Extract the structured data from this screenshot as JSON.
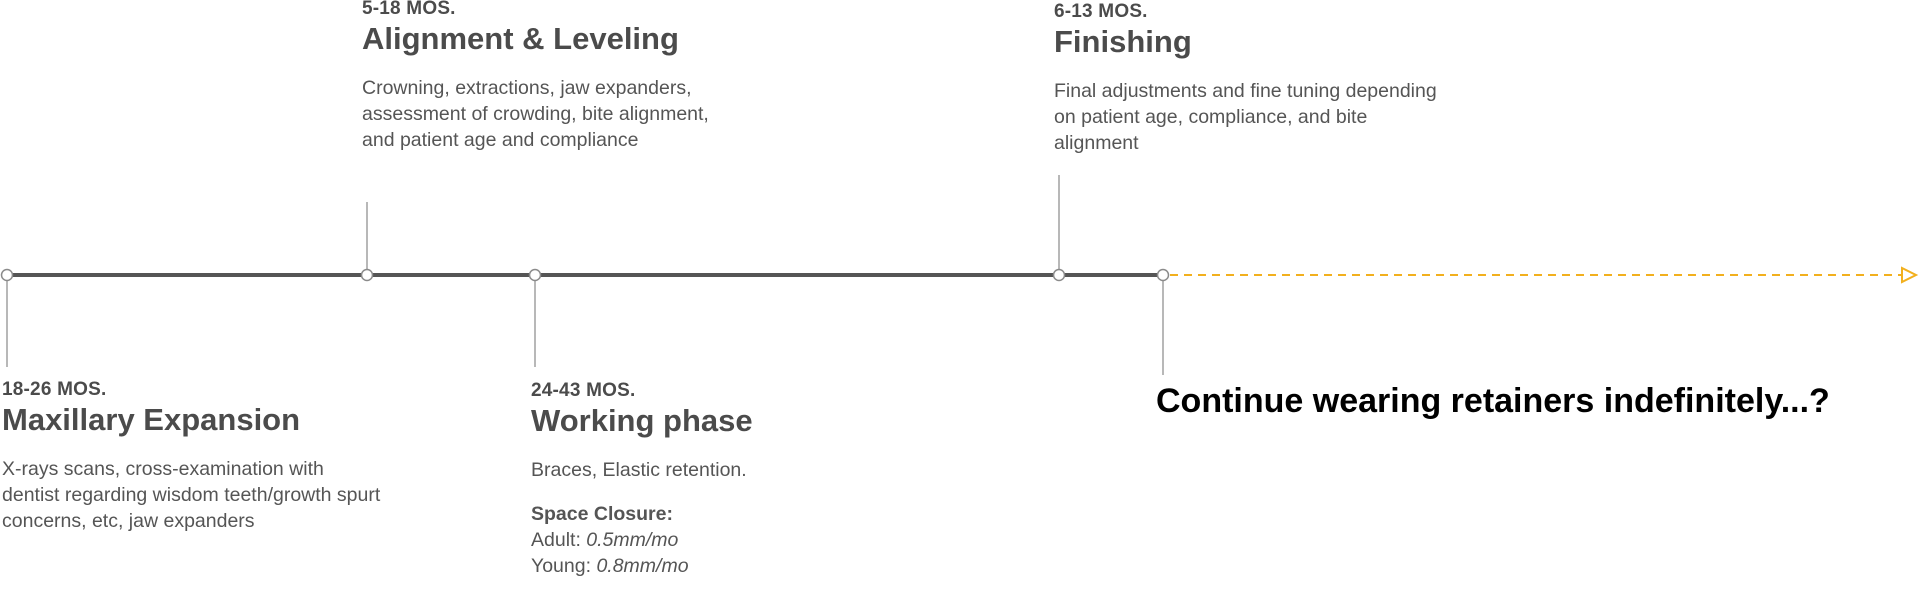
{
  "colors": {
    "timeline_line": "#555555",
    "connector": "#b8b8b8",
    "future_arrow": "#f2b01e",
    "text_dark": "#4b4b4b",
    "text_black": "#000000"
  },
  "phases": [
    {
      "duration": "18-26 MOS.",
      "title": "Maxillary Expansion",
      "description": "X-rays scans, cross-examination with dentist regarding wisdom teeth/growth spurt concerns, etc, jaw expanders"
    },
    {
      "duration": "5-18 MOS.",
      "title": "Alignment & Leveling",
      "description": "Crowning, extractions, jaw expanders, assessment of crowding, bite alignment, and patient age and compliance"
    },
    {
      "duration": "24-43 MOS.",
      "title": "Working phase",
      "description": "Braces, Elastic retention.",
      "space_closure": {
        "heading": "Space Closure:",
        "adult_label": "Adult: ",
        "adult_value": "0.5mm/mo",
        "young_label": "Young: ",
        "young_value": "0.8mm/mo"
      }
    },
    {
      "duration": "6-13 MOS.",
      "title": "Finishing",
      "description": "Final adjustments and fine tuning depending on patient age, compliance, and bite alignment"
    }
  ],
  "continue_text": "Continue wearing retainers indefinitely...?"
}
